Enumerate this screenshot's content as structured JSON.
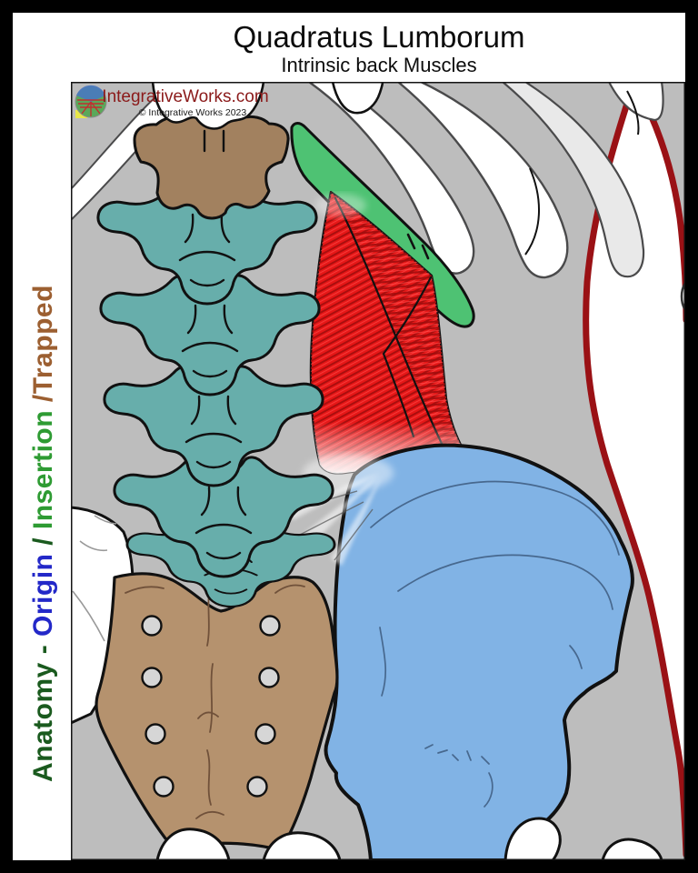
{
  "header": {
    "title": "Quadratus Lumborum",
    "subtitle": "Intrinsic back Muscles"
  },
  "branding": {
    "site_name": "IntegrativeWorks.com",
    "copyright": "© Integrative Works 2023",
    "site_color": "#8b1a1a"
  },
  "sidebar": {
    "segments": [
      {
        "text": "Anatomy",
        "color": "#1a5a1e"
      },
      {
        "text": " - ",
        "color": "#1a5a1e"
      },
      {
        "text": "Origin",
        "color": "#2328c8"
      },
      {
        "text": " / ",
        "color": "#1a5a1e"
      },
      {
        "text": "Insertion",
        "color": "#2e9b33"
      },
      {
        "text": " /",
        "color": "#9c5f31"
      },
      {
        "text": "Trapped",
        "color": "#9c5f31"
      }
    ]
  },
  "palette": {
    "bg": "#bdbdbd",
    "bone_white": "#ffffff",
    "bone_shadow": "#e9e9e9",
    "vertebra_teal": "#67aeab",
    "t12_brown": "#a2815f",
    "sacrum_tan": "#b5926e",
    "ilium_blue": "#81b3e5",
    "ilium_line": "#47688e",
    "rib_green": "#4ec273",
    "muscle_red": "#e61717",
    "muscle_stria": "#a00d0d",
    "contour_dark_red": "#9a1115"
  }
}
